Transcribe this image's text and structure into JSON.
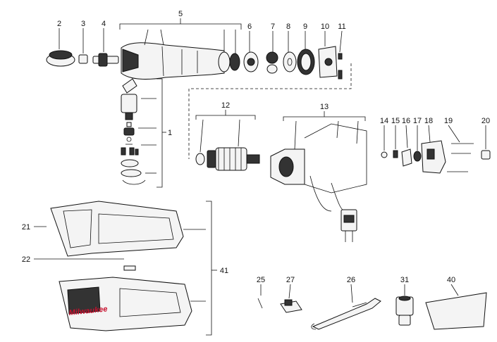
{
  "labels": {
    "p1": "1",
    "p2": "2",
    "p3": "3",
    "p4": "4",
    "p5": "5",
    "p6": "6",
    "p7": "7",
    "p8": "8",
    "p9": "9",
    "p10": "10",
    "p11": "11",
    "p12": "12",
    "p13": "13",
    "p14": "14",
    "p15": "15",
    "p16": "16",
    "p17": "17",
    "p18": "18",
    "p19": "19",
    "p20": "20",
    "p21": "21",
    "p22": "22",
    "p25": "25",
    "p26": "26",
    "p27": "27",
    "p31": "31",
    "p40": "40",
    "p41": "41"
  },
  "brand_logo": "Milwaukee",
  "colors": {
    "ink": "#111111",
    "housing": "#c8102e",
    "paper": "#ffffff"
  }
}
